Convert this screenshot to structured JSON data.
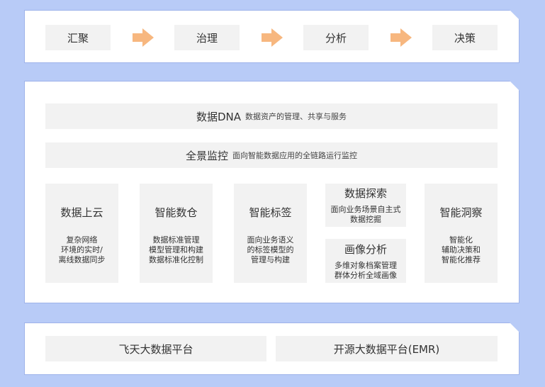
{
  "flow": {
    "steps": [
      "汇聚",
      "治理",
      "分析",
      "决策"
    ]
  },
  "middle": {
    "bar1": {
      "main": "数据DNA",
      "sub": "数据资产的管理、共享与服务"
    },
    "bar2": {
      "main": "全景监控",
      "sub": "面向智能数据应用的全链路运行监控"
    },
    "cols": [
      {
        "title": "数据上云",
        "desc": "复杂网络\n环境的实时/\n离线数据同步"
      },
      {
        "title": "智能数仓",
        "desc": "数据标准管理\n模型管理和构建\n数据标准化控制"
      },
      {
        "title": "智能标签",
        "desc": "面向业务语义\n的标签模型的\n管理与构建"
      },
      {
        "title": "数据探索",
        "desc": "面向业务场景自主式\n数据挖掘"
      },
      {
        "title": "画像分析",
        "desc": "多维对象档案管理\n群体分析全域画像"
      },
      {
        "title": "智能洞察",
        "desc": "智能化\n辅助决策和\n智能化推荐"
      }
    ]
  },
  "platforms": [
    "飞天大数据平台",
    "开源大数据平台(EMR)"
  ],
  "colors": {
    "background": "#b8cbf7",
    "box": "#f2f2f2",
    "arrow": "#f7b77f"
  }
}
